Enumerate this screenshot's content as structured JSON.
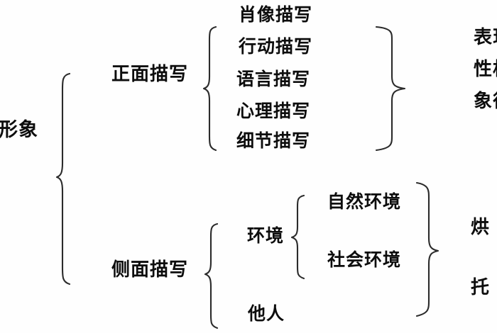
{
  "diagram": {
    "type": "hierarchy-brace-tree",
    "language": "zh",
    "root": {
      "label": "形象"
    },
    "branches": [
      {
        "label": "正面描写",
        "children": [
          {
            "label": "肖像描写"
          },
          {
            "label": "行动描写"
          },
          {
            "label": "语言描写"
          },
          {
            "label": "心理描写"
          },
          {
            "label": "细节描写"
          }
        ],
        "outcome_lines": [
          "表现",
          "性格",
          "象征"
        ]
      },
      {
        "label": "侧面描写",
        "children": [
          {
            "label": "环境",
            "children": [
              {
                "label": "自然环境"
              },
              {
                "label": "社会环境"
              }
            ]
          },
          {
            "label": "他人"
          }
        ],
        "outcome_lines": [
          "烘",
          "托"
        ]
      }
    ],
    "colors": {
      "text": "#0d0d0d",
      "stroke": "#2b2b2b",
      "background": "#fefefe"
    }
  }
}
